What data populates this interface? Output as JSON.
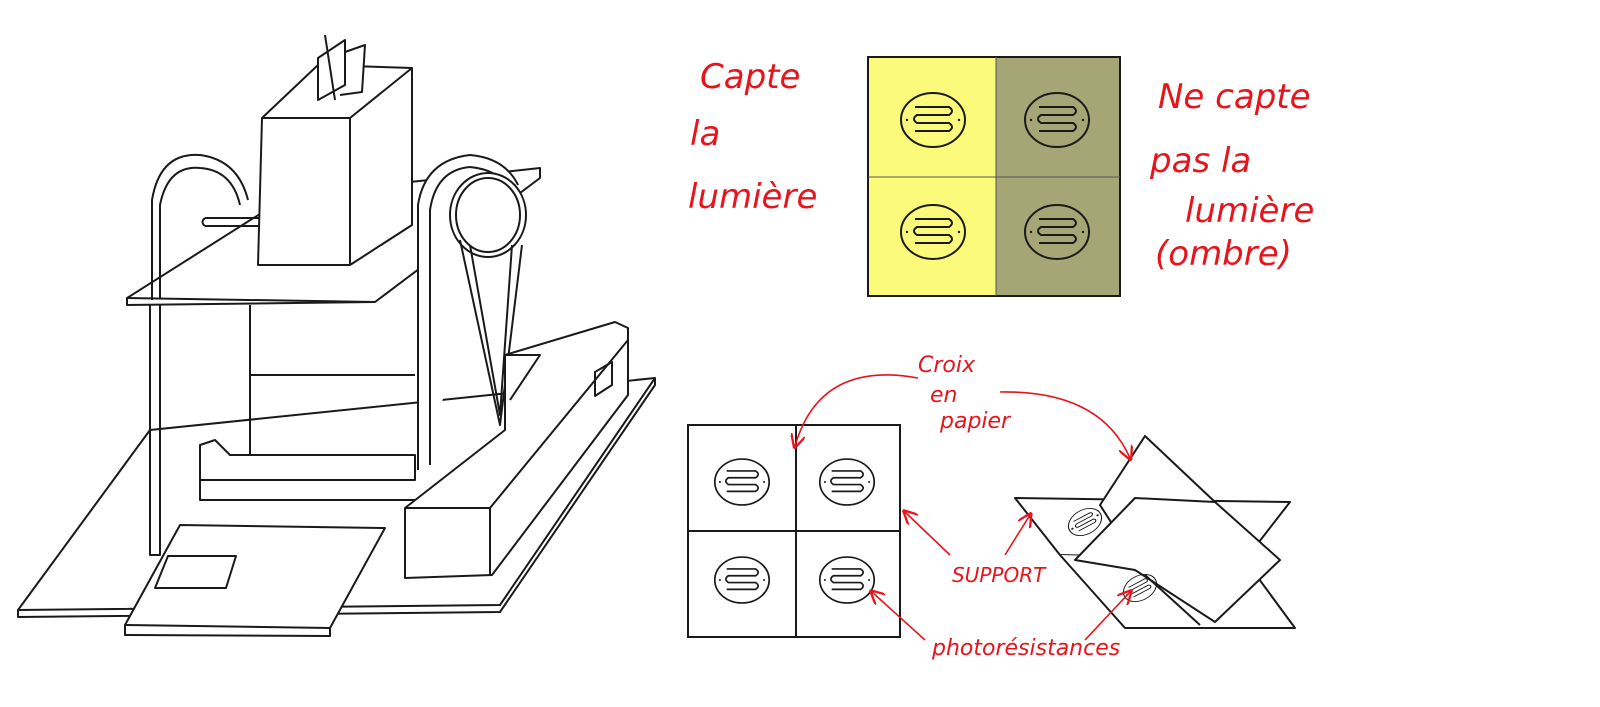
{
  "labels": {
    "captures_light": [
      "Capte",
      "la",
      "lumière"
    ],
    "no_light": [
      "Ne capte",
      "pas la",
      "lumière",
      "(ombre)"
    ],
    "paper_cross": [
      "Croix",
      "en",
      "papier"
    ],
    "support": "SUPPORT",
    "photoresistors": "photorésistances"
  },
  "colors": {
    "lit": "#fbfa7a",
    "shadow": "#a6a575",
    "annotation": "#e8141b",
    "ink": "#1a1a1a"
  },
  "icons": {
    "photoresistor": "photoresistor-icon"
  }
}
